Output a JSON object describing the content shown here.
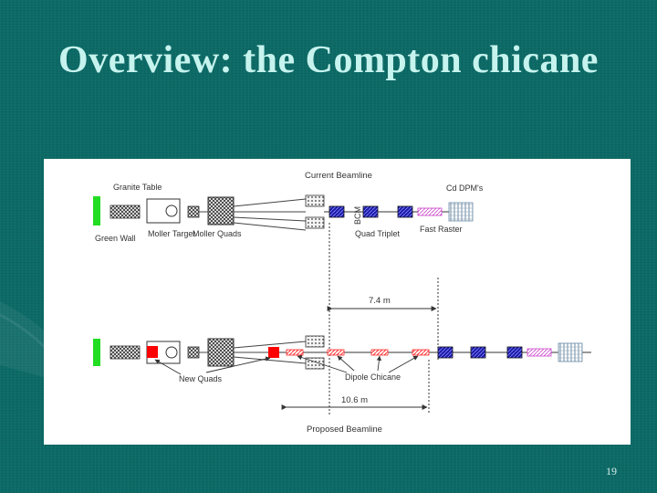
{
  "slide": {
    "title": "Overview: the Compton chicane",
    "page_number": "19",
    "colors": {
      "background": "#0c6a66",
      "title": "#c6f3ee",
      "quad_blue": "#1a1aa8",
      "dipole_red": "#ff0000",
      "wall_green": "#22dd22",
      "raster_pink": "#cc44cc"
    }
  },
  "diagram": {
    "current_beamline": {
      "label": "Current Beamline",
      "granite_table": "Granite Table",
      "green_wall": "Green Wall",
      "moller_target": "Moller Target",
      "moller_quads": "Moller Quads",
      "bcm": "BCM",
      "quad_triplet": "Quad Triplet",
      "fast_raster": "Fast Raster",
      "cc_dpms": "Cd DPM's"
    },
    "distance_short": "7.4 m",
    "proposed_beamline": {
      "label": "Proposed Beamline",
      "new_quads": "New Quads",
      "dipole_chicane": "Dipole Chicane",
      "distance_long": "10.6 m"
    }
  }
}
